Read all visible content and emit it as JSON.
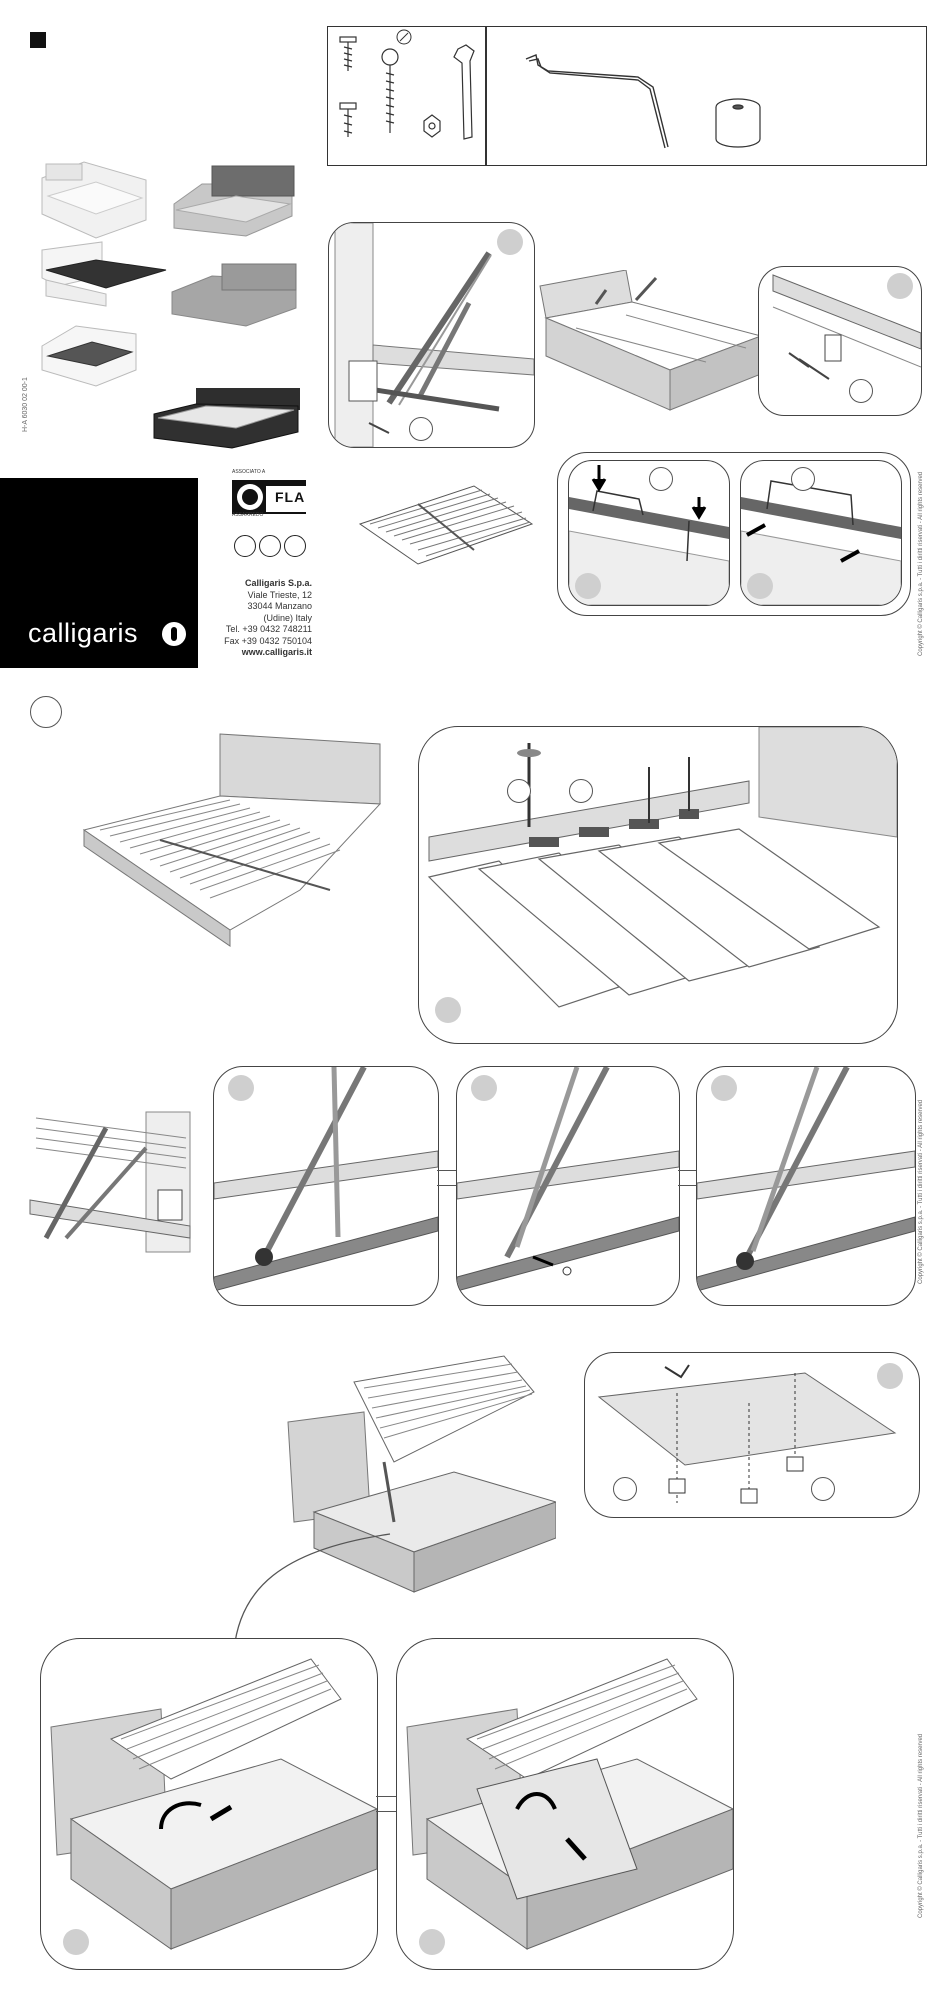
{
  "document": {
    "code": "H-A 6030 02 00-1",
    "brand": "calligaris",
    "association": {
      "top": "ASSOCIATO A",
      "name": "FLA",
      "sub": "ASSARREDO"
    },
    "company": {
      "name": "Calligaris S.p.a.",
      "address1": "Viale Trieste, 12",
      "address2": "33044 Manzano",
      "address3": "(Udine) Italy",
      "tel": "Tel. +39 0432 748211",
      "fax": "Fax +39 0432 750104",
      "web": "www.calligaris.it"
    },
    "copyright": "Copyright © Calligaris s.p.a. - Tutti i diritti riservati - All rights reserved"
  },
  "colors": {
    "ink": "#333333",
    "step_dot": "#cfcfcf",
    "panel_border": "#444444",
    "brand_bg": "#000000",
    "fabric_gray": "#bdbdbd",
    "fabric_dark": "#3a3a3a"
  },
  "icons": {
    "tool_icon": "screwdriver-icon",
    "square_marker": "square-icon"
  }
}
